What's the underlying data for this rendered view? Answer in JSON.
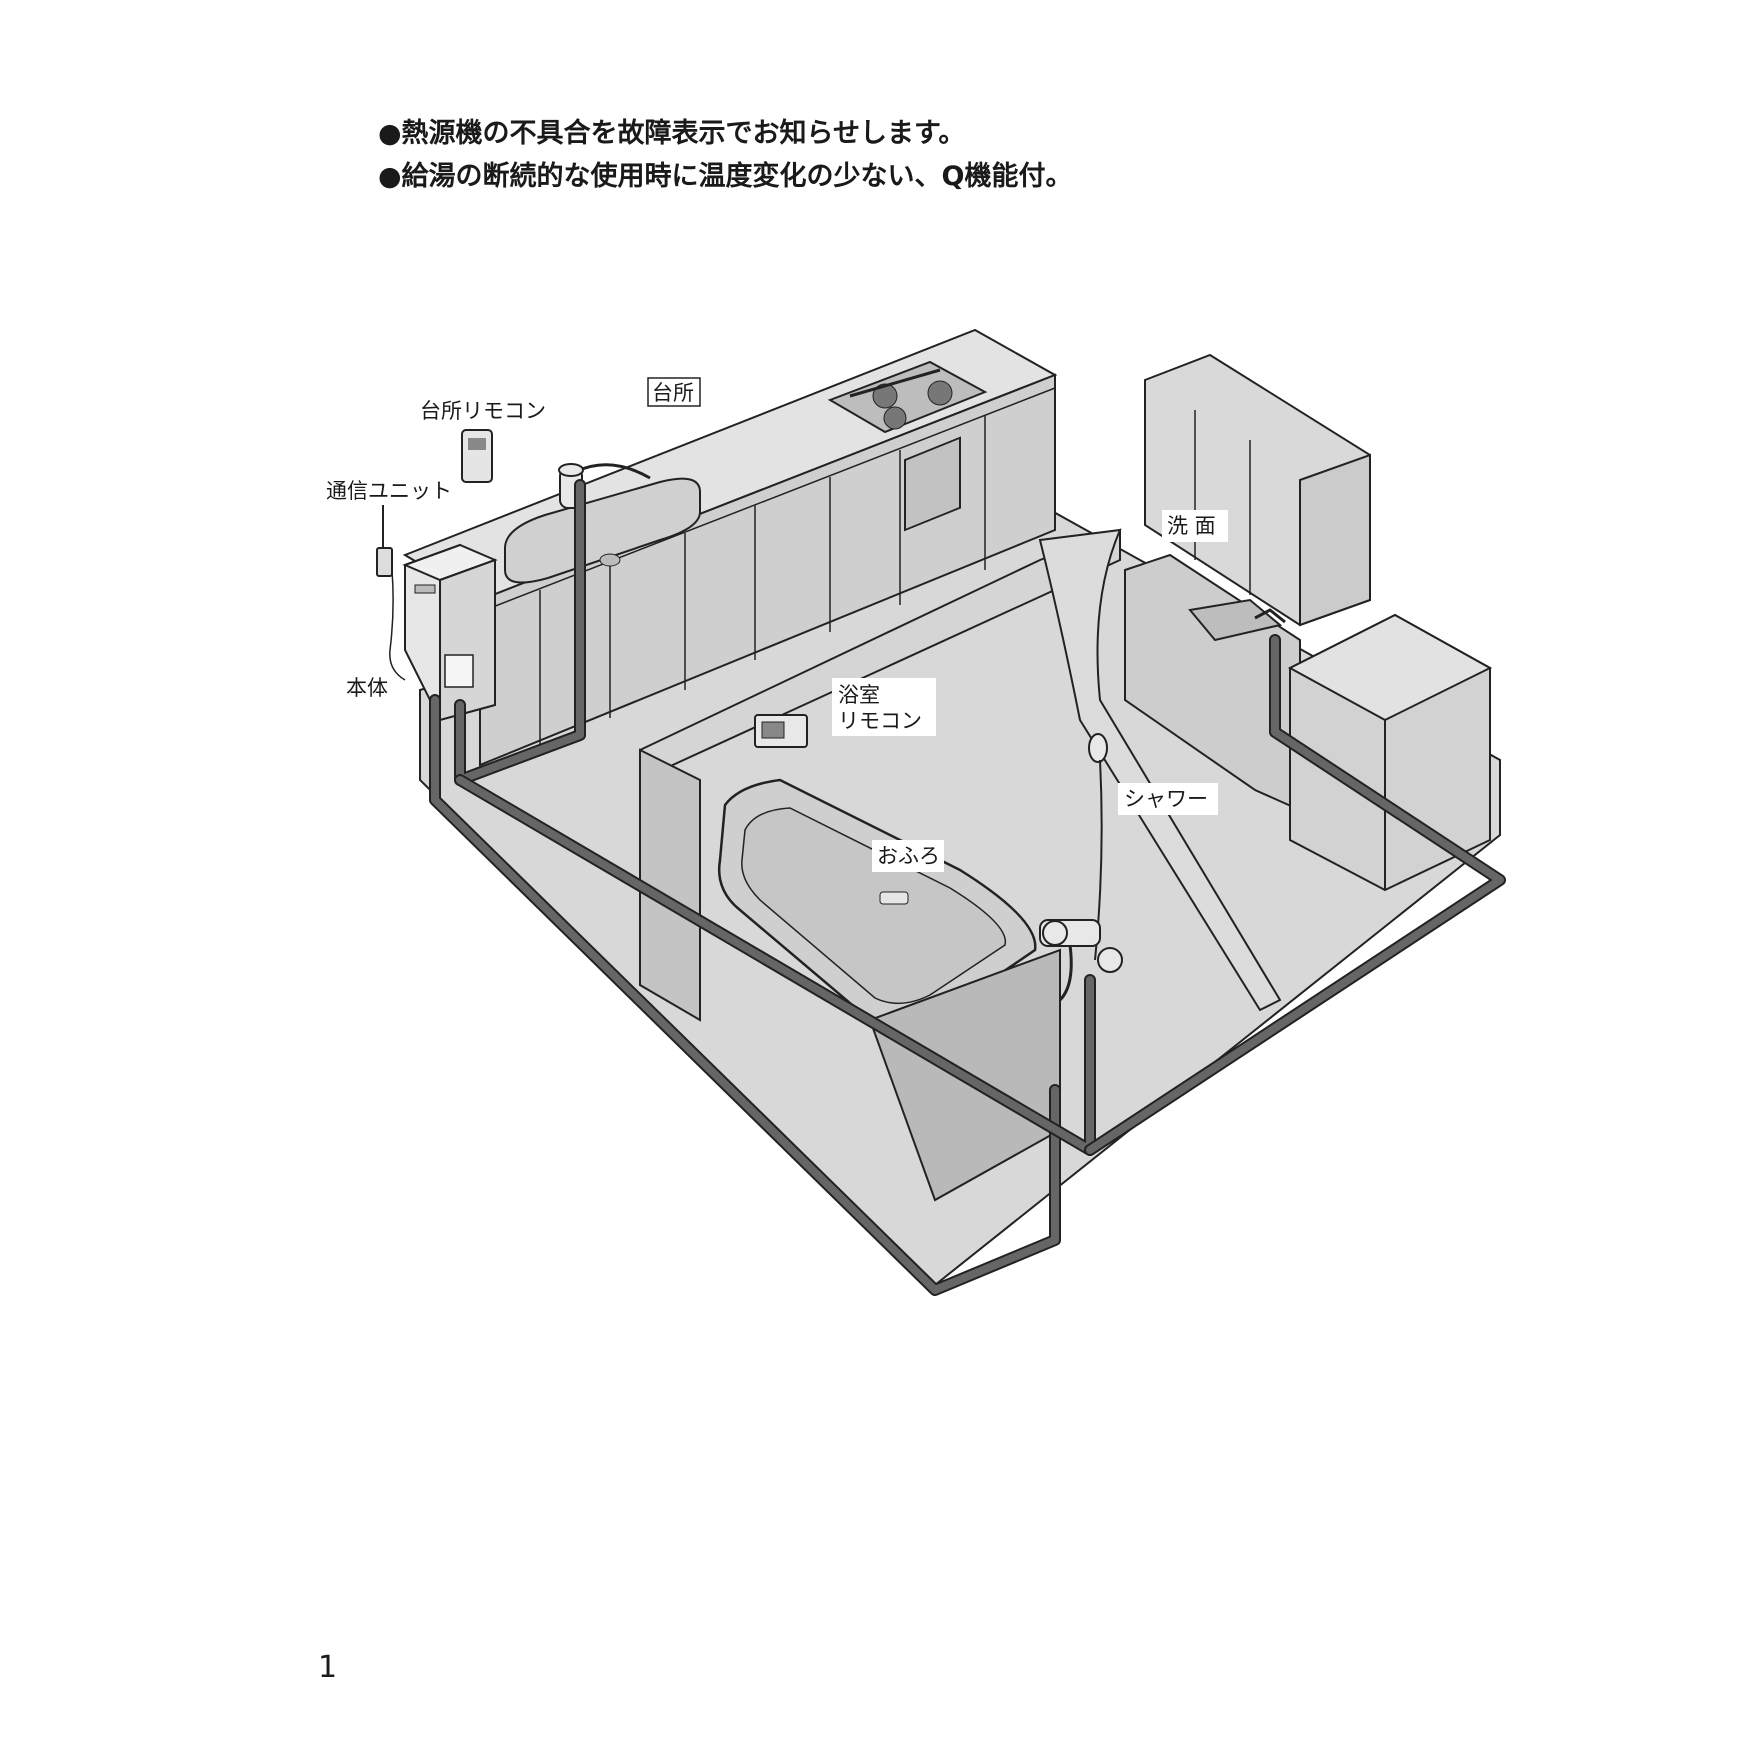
{
  "bullets": [
    "●熱源機の不具合を故障表示でお知らせします。",
    "●給湯の断続的な使用時に温度変化の少ない、Q機能付。"
  ],
  "labels": {
    "kitchen": "台所",
    "kitchen_remote": "台所リモコン",
    "comm_unit": "通信ユニット",
    "main_unit": "本体",
    "bath_remote_line1": "浴室",
    "bath_remote_line2": "リモコン",
    "washroom": "洗 面",
    "shower": "シャワー",
    "bath": "おふろ"
  },
  "page_number": "1",
  "colors": {
    "floor": "#dcdcdc",
    "wall": "#c9c9c9",
    "pipe": "#555555",
    "outline": "#222222"
  }
}
